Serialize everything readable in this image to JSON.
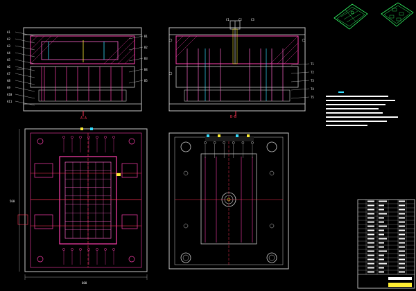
{
  "section_a_label": "A-A",
  "section_b_label": "B-B",
  "top_left_callouts": [
    "A1",
    "A2",
    "A3",
    "A4",
    "A5",
    "A6",
    "A7",
    "A8",
    "A9",
    "A10",
    "A11"
  ],
  "top_left_right_callouts": [
    "B1",
    "B2",
    "B3",
    "B4",
    "B5"
  ],
  "top_right_top_callouts": [
    "C1",
    "C2",
    "C3"
  ],
  "top_right_right_callouts": [
    "T1",
    "T2",
    "T3",
    "T4",
    "T5"
  ],
  "dimension_bottom_left": "600",
  "dimension_side_left": "560",
  "colors": {
    "frame": "#c8c8c8",
    "steel": "#ff3fae",
    "cavity": "#ff66cc",
    "accent_yellow": "#ffee33",
    "accent_cyan": "#33ddff",
    "iso_green": "#33ff66",
    "title_block": "#ffffff"
  }
}
